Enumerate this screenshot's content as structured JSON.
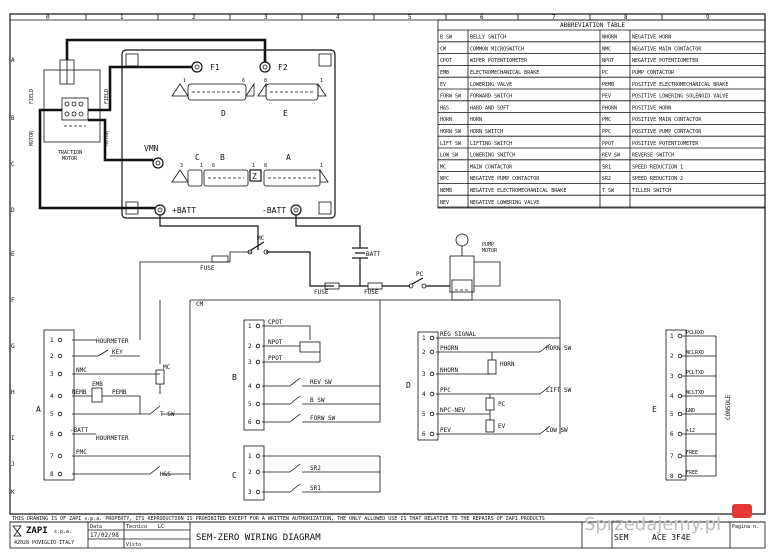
{
  "grid": {
    "columns": [
      "0",
      "1",
      "2",
      "3",
      "4",
      "5",
      "6",
      "7",
      "8",
      "9"
    ],
    "rows": [
      "A",
      "B",
      "C",
      "D",
      "E",
      "F",
      "G",
      "H",
      "I",
      "J",
      "K"
    ]
  },
  "abbreviation_table": {
    "title": "ABBREVIATION TABLE",
    "left": [
      {
        "code": "B SW",
        "desc": "BELLY SWITCH"
      },
      {
        "code": "CM",
        "desc": "COMMON MICROSWITCH"
      },
      {
        "code": "CPOT",
        "desc": "WIPER POTENTIOMETER"
      },
      {
        "code": "EMB",
        "desc": "ELECTROMECHANICAL BRAKE"
      },
      {
        "code": "EV",
        "desc": "LOWERING VALVE"
      },
      {
        "code": "FORW SW",
        "desc": "FORWARD SWITCH"
      },
      {
        "code": "H&S",
        "desc": "HARD AND SOFT"
      },
      {
        "code": "HORN",
        "desc": "HORN"
      },
      {
        "code": "HORN SW",
        "desc": "HORN SWITCH"
      },
      {
        "code": "LIFT SW",
        "desc": "LIFTING SWITCH"
      },
      {
        "code": "LOW SW",
        "desc": "LOWERING SWITCH"
      },
      {
        "code": "MC",
        "desc": "MAIN CONTACTOR"
      },
      {
        "code": "NPC",
        "desc": "NEGATIVE PUMP CONTACTOR"
      },
      {
        "code": "NEMB",
        "desc": "NEGATIVE ELECTROMECHANICAL BRAKE"
      },
      {
        "code": "NEV",
        "desc": "NEGATIVE LOWERING VALVE"
      }
    ],
    "right": [
      {
        "code": "NHORN",
        "desc": "NEGATIVE HORN"
      },
      {
        "code": "NMC",
        "desc": "NEGATIVE MAIN CONTACTOR"
      },
      {
        "code": "NPOT",
        "desc": "NEGATIVE POTENTIOMETER"
      },
      {
        "code": "PC",
        "desc": "PUMP CONTACTOR"
      },
      {
        "code": "PEMB",
        "desc": "POSITIVE ELECTROMECHANICAL BRAKE"
      },
      {
        "code": "PEV",
        "desc": "POSITIVE LOWERING SOLENOID VALVE"
      },
      {
        "code": "PHORN",
        "desc": "POSITIVE HORN"
      },
      {
        "code": "PMC",
        "desc": "POSITIVE MAIN CONTACTOR"
      },
      {
        "code": "PPC",
        "desc": "POSITIVE PUMP CONTACTOR"
      },
      {
        "code": "PPOT",
        "desc": "POSITIVE POTENTIOMETER"
      },
      {
        "code": "REV SW",
        "desc": "REVERSE SWITCH"
      },
      {
        "code": "SR1",
        "desc": "SPEED REDUCTION 1"
      },
      {
        "code": "SR2",
        "desc": "SPEED REDUCTION 2"
      },
      {
        "code": "T SW",
        "desc": "TILLER SWITCH"
      }
    ]
  },
  "controller": {
    "f1": "F1",
    "f2": "F2",
    "vmn": "VMN",
    "batt_pos": "+BATT",
    "batt_neg": "-BATT",
    "conn_d": "D",
    "conn_e": "E",
    "conn_c": "C",
    "conn_b": "B",
    "conn_a": "A",
    "n1": "1",
    "n6": "6",
    "n8": "8",
    "n3": "3",
    "n1b": "1",
    "n6b": "6",
    "n1c": "1",
    "n8b": "8",
    "n1d": "1"
  },
  "motor": {
    "field_left": "FIELD",
    "field_right": "FIELD",
    "armature_left": "MOTOR",
    "armature_right": "MOTOR",
    "label_line1": "TRACTION",
    "label_line2": "MOTOR"
  },
  "power": {
    "mc": "MC",
    "fuse1": "FUSE",
    "fuse2": "FUSE",
    "fuse3": "FUSE",
    "batt": "BATT",
    "pc": "PC",
    "pump_line1": "PUMP",
    "pump_line2": "MOTOR",
    "cm": "CM"
  },
  "conn_a_block": {
    "letter": "A",
    "pins": [
      "1",
      "2",
      "3",
      "4",
      "5",
      "6",
      "7",
      "8"
    ],
    "labels": {
      "hourmeter": "HOURMETER",
      "key": "KEY",
      "nmc": "NMC",
      "mc": "MC",
      "emb": "EMB",
      "nemb": "NEMB",
      "pemb": "PEMB",
      "tsw": "T SW",
      "batt": "-BATT",
      "hourmeter2": "HOURMETER",
      "pmc": "PMC",
      "hs": "H&S"
    }
  },
  "conn_b_block": {
    "letter": "B",
    "pins": [
      "1",
      "2",
      "3",
      "4",
      "5",
      "6"
    ],
    "labels": {
      "cpot": "CPOT",
      "npot": "NPOT",
      "ppot": "PPOT",
      "rev": "REV SW",
      "bsw": "B SW",
      "forw": "FORW SW"
    }
  },
  "conn_c_block": {
    "letter": "C",
    "pins": [
      "1",
      "2",
      "3"
    ],
    "labels": {
      "sr2": "SR2",
      "sr1": "SR1"
    }
  },
  "conn_d_block": {
    "letter": "D",
    "pins": [
      "1",
      "2",
      "3",
      "4",
      "5",
      "6"
    ],
    "labels": {
      "reg": "REG SIGNAL",
      "phorn": "PHORN",
      "nhorn": "NHORN",
      "horn": "HORN",
      "hornsw": "HORN SW",
      "ppc": "PPC",
      "liftsw": "LIFT SW",
      "pc": "PC",
      "npcnev": "NPC-NEV",
      "ev": "EV",
      "pev": "PEV",
      "lowsw": "LOW SW"
    }
  },
  "conn_e_block": {
    "letter": "E",
    "pins": [
      "1",
      "2",
      "3",
      "4",
      "5",
      "6",
      "7",
      "8"
    ],
    "labels": [
      "PCLRXD",
      "NCLRXD",
      "PCLTXD",
      "NCLTXD",
      "GND",
      "+12",
      "FREE",
      "FREE"
    ],
    "console": "CONSOLE"
  },
  "footer": {
    "notice": "THIS DRAWING IS OF ZAPI s.p.a. PROPERTY, ITS REPRODUCTION IS PROHIBITED EXCEPT FOR A WRITTEN AUTHORIZATION, THE ONLY ALLOWED USE IS THAT RELATIVE TO THE REPAIRS OF ZAPI PRODUCTS",
    "company": "ZAPI",
    "company_sub": "s.p.a.",
    "city": "42028 POVIGLIO-ITALY",
    "data_label": "Data",
    "date": "17/02/98",
    "tecnico_label": "Tecnico",
    "tecnico": "LC",
    "visto_label": "Visto",
    "title": "SEM-ZERO WIRING DIAGRAM",
    "code": "SEM",
    "code2": "ACE 3F4E",
    "page": "Pagina n."
  },
  "watermark": "Sprzedajemy.pl"
}
